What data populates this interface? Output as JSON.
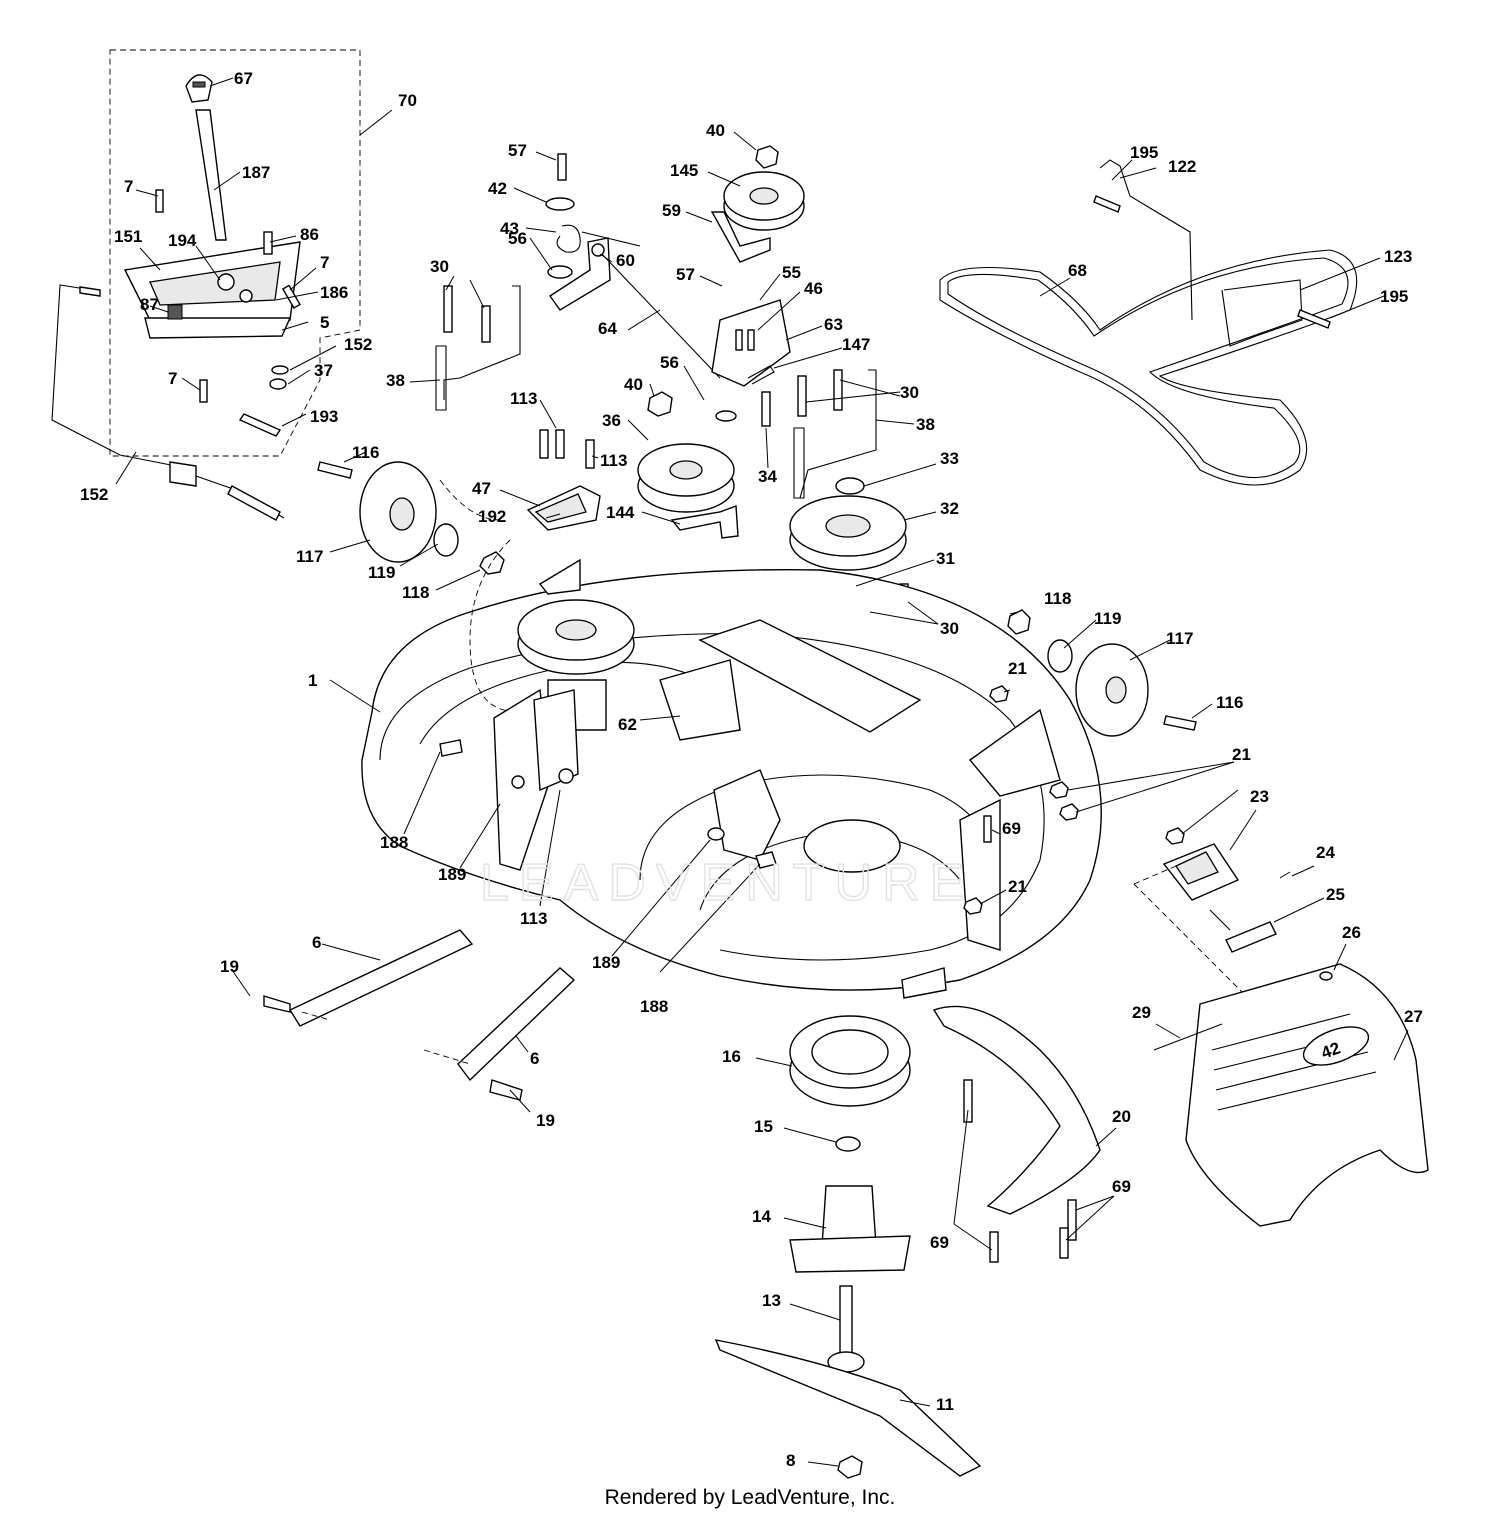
{
  "diagram": {
    "credit": "Rendered by LeadVenture, Inc.",
    "watermark": "LEADVENTURE",
    "badge": "42",
    "callouts": [
      "67",
      "70",
      "187",
      "7",
      "86",
      "151",
      "194",
      "186",
      "87",
      "5",
      "152",
      "37",
      "193",
      "116",
      "117",
      "119",
      "118",
      "57",
      "42",
      "43",
      "60",
      "56",
      "64",
      "40",
      "145",
      "59",
      "55",
      "46",
      "63",
      "147",
      "36",
      "144",
      "113",
      "47",
      "192",
      "30",
      "38",
      "34",
      "33",
      "32",
      "31",
      "62",
      "1",
      "188",
      "189",
      "21",
      "69",
      "23",
      "24",
      "25",
      "26",
      "27",
      "29",
      "20",
      "16",
      "15",
      "14",
      "13",
      "11",
      "8",
      "6",
      "19",
      "195",
      "122",
      "123",
      "68"
    ]
  }
}
